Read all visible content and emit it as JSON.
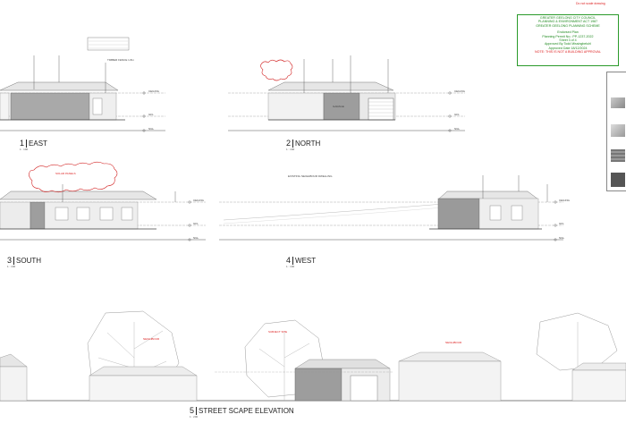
{
  "stamp": {
    "line1": "GREATER GEELONG CITY COUNCIL",
    "line2": "PLANNING & ENVIRONMENT ACT 1987",
    "line3": "GREATER GEELONG PLANNING SCHEME",
    "line4": "Endorsed Plan",
    "line5": "Planning Permit No.: PP-1237-2022",
    "line6": "Sheet 3 of 4",
    "line7": "Approved By Todd Missingbeluhl",
    "line8": "Approved Date 18/12/2024",
    "line9": "NOTE: THIS IS NOT A BUILDING APPROVAL"
  },
  "corner_note": "Do not scale drawing",
  "views": {
    "east": {
      "num": "1",
      "name": "EAST",
      "scale": "1 : 100"
    },
    "north": {
      "num": "2",
      "name": "NORTH",
      "scale": "1 : 100"
    },
    "south": {
      "num": "3",
      "name": "SOUTH",
      "scale": "1 : 100"
    },
    "west": {
      "num": "4",
      "name": "WEST",
      "scale": "1 : 100"
    },
    "street": {
      "num": "5",
      "name": "STREET SCAPE ELEVATION",
      "scale": "1 : 200"
    }
  },
  "levels": {
    "ceiling": "CEILING",
    "gfl": "GFL",
    "ngl": "NGL"
  },
  "annotations": {
    "east_note": "TIMBER FENCE 1.8m",
    "north_note": "GARAGE",
    "south_cloud": "SOLAR PANELS",
    "west_note": "EXISTING NEIGHBOUR DWELLING",
    "street_neighbour_left": "NEIGHBOUR",
    "street_subject": "SUBJECT SITE",
    "street_neighbour_right": "NEIGHBOUR"
  },
  "colors": {
    "stamp_green": "#1f8a1f",
    "cloud_red": "#d22222",
    "wall_grey": "#9a9a9a",
    "roof_grey": "#d8d8d8"
  }
}
